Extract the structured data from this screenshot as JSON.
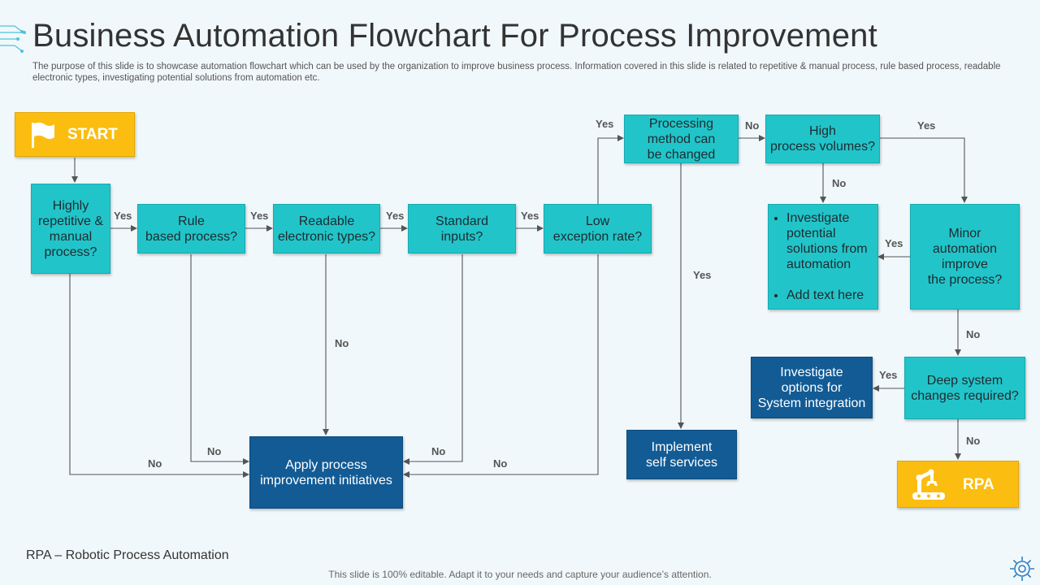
{
  "title": "Business Automation Flowchart For Process Improvement",
  "subtitle": "The purpose of this slide is to showcase automation flowchart which can be used by the organization to improve business process. Information covered in this slide is related to repetitive & manual process, rule based process, readable electronic types, investigating potential solutions from automation etc.",
  "nodes": {
    "start": "START",
    "highly_repetitive": "Highly repetitive & manual process?",
    "rule_based": "Rule\nbased process?",
    "readable_electronic": "Readable\nelectronic types?",
    "standard_inputs": "Standard\ninputs?",
    "low_exception": "Low\nexception rate?",
    "processing_method": "Processing\nmethod can\nbe changed",
    "high_volumes": "High\nprocess volumes?",
    "investigate_potential": [
      "Investigate potential solutions from automation",
      "Add text here"
    ],
    "minor_automation": "Minor\nautomation\nimprove\nthe process?",
    "deep_system": "Deep system\nchanges required?",
    "investigate_options": "Investigate\noptions for\nSystem integration",
    "implement_self": "Implement\nself services",
    "apply_process": "Apply process\nimprovement initiatives",
    "rpa": "RPA"
  },
  "edge_labels": {
    "yes": "Yes",
    "no": "No"
  },
  "colors": {
    "teal": "#21c5c9",
    "navy": "#125b95",
    "gold": "#fbbd10",
    "connector": "#555555"
  },
  "icons": [
    "flag-icon",
    "robot-arm-icon",
    "gear-icon",
    "circuit-lines-icon"
  ],
  "footnote": "RPA – Robotic Process Automation",
  "footer": "This slide is 100% editable. Adapt it to your needs and capture your audience’s attention."
}
